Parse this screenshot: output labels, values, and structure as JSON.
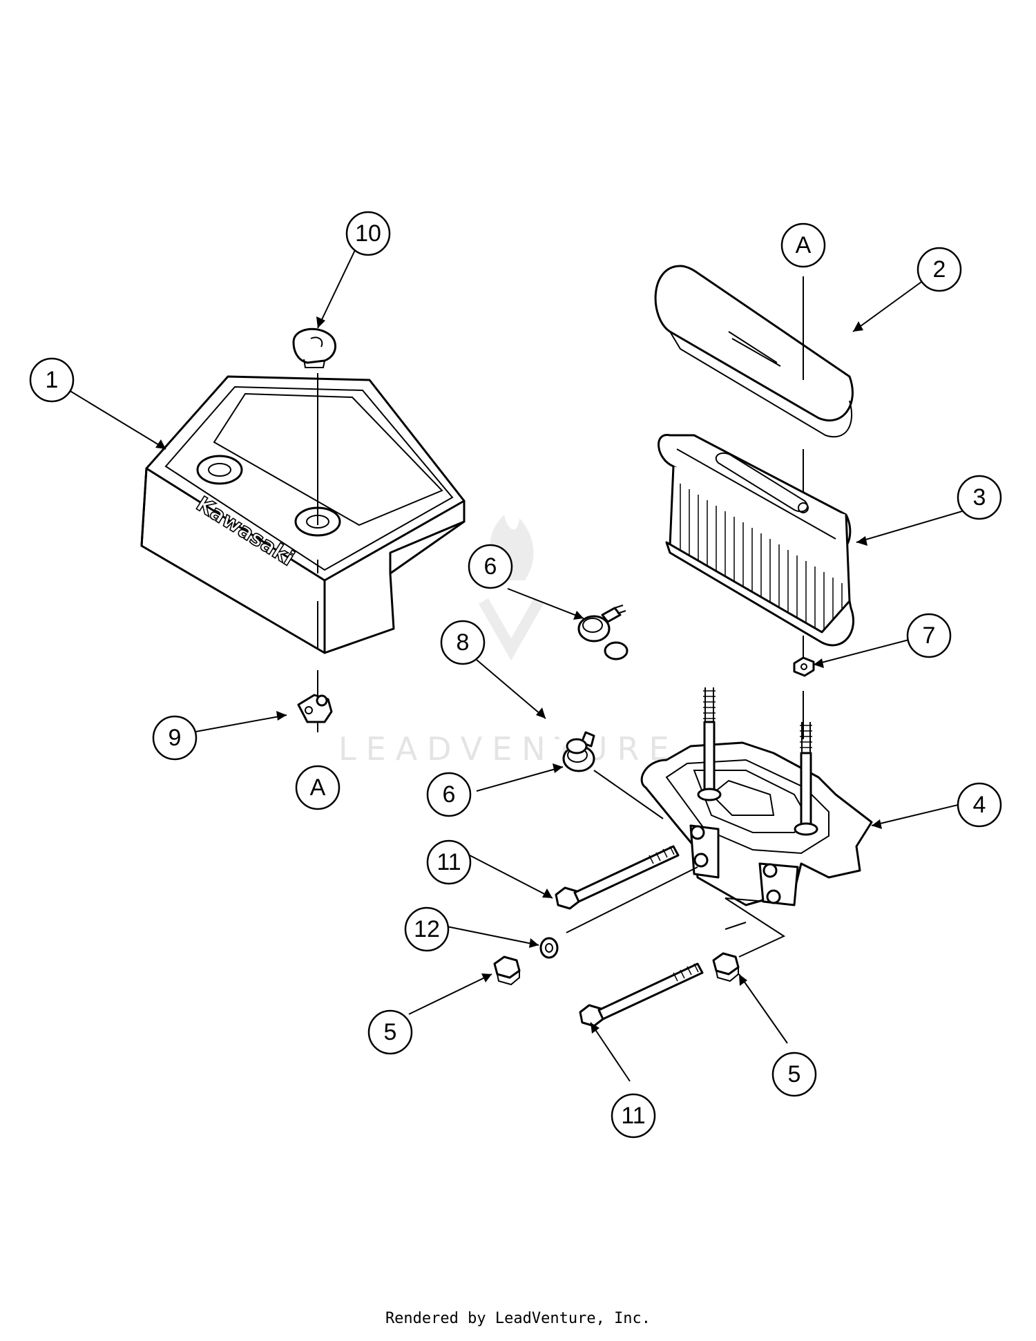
{
  "diagram": {
    "watermark": "LEADVENTURE",
    "brand_logo": "Kawasaki",
    "callouts": [
      {
        "id": "c10",
        "label": "10"
      },
      {
        "id": "cA1",
        "label": "A"
      },
      {
        "id": "c2",
        "label": "2"
      },
      {
        "id": "c1",
        "label": "1"
      },
      {
        "id": "c3",
        "label": "3"
      },
      {
        "id": "c6a",
        "label": "6"
      },
      {
        "id": "c8",
        "label": "8"
      },
      {
        "id": "c7",
        "label": "7"
      },
      {
        "id": "c9",
        "label": "9"
      },
      {
        "id": "cA2",
        "label": "A"
      },
      {
        "id": "c6b",
        "label": "6"
      },
      {
        "id": "c4",
        "label": "4"
      },
      {
        "id": "c11a",
        "label": "11"
      },
      {
        "id": "c12",
        "label": "12"
      },
      {
        "id": "c5a",
        "label": "5"
      },
      {
        "id": "c5b",
        "label": "5"
      },
      {
        "id": "c11b",
        "label": "11"
      }
    ]
  },
  "footer": {
    "text": "Rendered by LeadVenture, Inc."
  }
}
